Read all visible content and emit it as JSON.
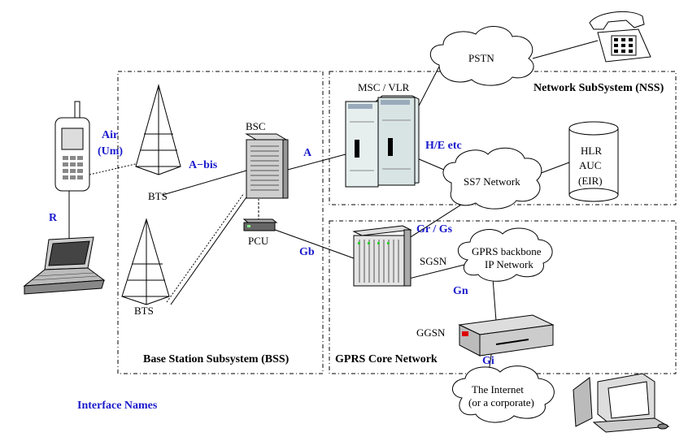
{
  "regions": {
    "bss": "Base Station Subsystem (BSS)",
    "nss": "Network SubSystem (NSS)",
    "gprs": "GPRS Core Network"
  },
  "nodes": {
    "bsc": "BSC",
    "bts_top": "BTS",
    "bts_bottom": "BTS",
    "pcu": "PCU",
    "msc_vlr": "MSC / VLR",
    "pstn": "PSTN",
    "ss7": "SS7 Network",
    "hlr": "HLR",
    "auc": "AUC",
    "eir": "(EIR)",
    "sgsn": "SGSN",
    "ggsn": "GGSN",
    "gprs_backbone_1": "GPRS backbone",
    "gprs_backbone_2": "IP Network",
    "internet_1": "The Internet",
    "internet_2": "(or a corporate)"
  },
  "interfaces": {
    "air": "Air",
    "um": "(Um)",
    "abis": "A−bis",
    "a": "A",
    "he": "H/E etc",
    "r": "R",
    "gb": "Gb",
    "grgs": "Gr / Gs",
    "gn": "Gn",
    "gi": "Gi"
  },
  "legend": "Interface Names",
  "colors": {
    "interface": "#1a1acc",
    "line": "#000000"
  }
}
